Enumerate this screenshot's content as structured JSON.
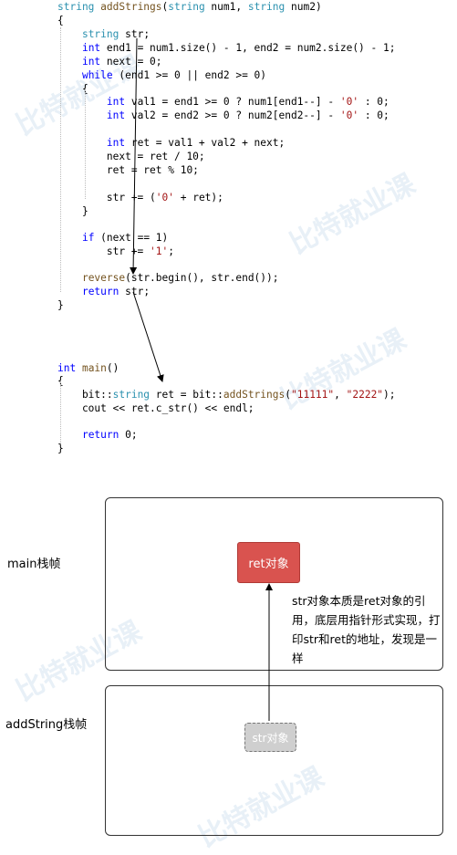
{
  "code": {
    "lines": [
      [
        {
          "t": "string ",
          "c": "ty"
        },
        {
          "t": "addStrings",
          "c": "fn"
        },
        {
          "t": "(",
          "c": ""
        },
        {
          "t": "string ",
          "c": "ty"
        },
        {
          "t": "num1, ",
          "c": ""
        },
        {
          "t": "string ",
          "c": "ty"
        },
        {
          "t": "num2)",
          "c": ""
        }
      ],
      [
        {
          "t": "{",
          "c": ""
        }
      ],
      [
        {
          "t": "    ",
          "c": ""
        },
        {
          "t": "string ",
          "c": "ty"
        },
        {
          "t": "str;",
          "c": ""
        }
      ],
      [
        {
          "t": "    ",
          "c": ""
        },
        {
          "t": "int ",
          "c": "kw"
        },
        {
          "t": "end1 = num1.size() - 1, end2 = num2.size() - 1;",
          "c": ""
        }
      ],
      [
        {
          "t": "    ",
          "c": ""
        },
        {
          "t": "int ",
          "c": "kw"
        },
        {
          "t": "next = 0;",
          "c": ""
        }
      ],
      [
        {
          "t": "    ",
          "c": ""
        },
        {
          "t": "while ",
          "c": "kw"
        },
        {
          "t": "(end1 >= 0 || end2 >= 0)",
          "c": ""
        }
      ],
      [
        {
          "t": "    {",
          "c": ""
        }
      ],
      [
        {
          "t": "        ",
          "c": ""
        },
        {
          "t": "int ",
          "c": "kw"
        },
        {
          "t": "val1 = end1 >= 0 ? num1[end1--] - ",
          "c": ""
        },
        {
          "t": "'0'",
          "c": "str"
        },
        {
          "t": " : 0;",
          "c": ""
        }
      ],
      [
        {
          "t": "        ",
          "c": ""
        },
        {
          "t": "int ",
          "c": "kw"
        },
        {
          "t": "val2 = end2 >= 0 ? num2[end2--] - ",
          "c": ""
        },
        {
          "t": "'0'",
          "c": "str"
        },
        {
          "t": " : 0;",
          "c": ""
        }
      ],
      [
        {
          "t": "",
          "c": ""
        }
      ],
      [
        {
          "t": "        ",
          "c": ""
        },
        {
          "t": "int ",
          "c": "kw"
        },
        {
          "t": "ret = val1 + val2 + next;",
          "c": ""
        }
      ],
      [
        {
          "t": "        next = ret / 10;",
          "c": ""
        }
      ],
      [
        {
          "t": "        ret = ret % 10;",
          "c": ""
        }
      ],
      [
        {
          "t": "",
          "c": ""
        }
      ],
      [
        {
          "t": "        str += (",
          "c": ""
        },
        {
          "t": "'0'",
          "c": "str"
        },
        {
          "t": " + ret);",
          "c": ""
        }
      ],
      [
        {
          "t": "    }",
          "c": ""
        }
      ],
      [
        {
          "t": "",
          "c": ""
        }
      ],
      [
        {
          "t": "    ",
          "c": ""
        },
        {
          "t": "if ",
          "c": "kw"
        },
        {
          "t": "(next == 1)",
          "c": ""
        }
      ],
      [
        {
          "t": "        str += ",
          "c": ""
        },
        {
          "t": "'1'",
          "c": "str"
        },
        {
          "t": ";",
          "c": ""
        }
      ],
      [
        {
          "t": "",
          "c": ""
        }
      ],
      [
        {
          "t": "    ",
          "c": ""
        },
        {
          "t": "reverse",
          "c": "fn"
        },
        {
          "t": "(str.begin(), str.end());",
          "c": ""
        }
      ],
      [
        {
          "t": "    ",
          "c": ""
        },
        {
          "t": "return ",
          "c": "kw"
        },
        {
          "t": "str;",
          "c": ""
        }
      ],
      [
        {
          "t": "}",
          "c": ""
        }
      ],
      [
        {
          "t": "",
          "c": ""
        }
      ],
      [
        {
          "t": "",
          "c": ""
        }
      ],
      [
        {
          "t": "",
          "c": ""
        }
      ],
      [
        {
          "t": "int ",
          "c": "kw"
        },
        {
          "t": "main",
          "c": "fn"
        },
        {
          "t": "()",
          "c": ""
        }
      ],
      [
        {
          "t": "{",
          "c": ""
        }
      ],
      [
        {
          "t": "    bit::",
          "c": ""
        },
        {
          "t": "string ",
          "c": "ty"
        },
        {
          "t": "ret = bit::",
          "c": ""
        },
        {
          "t": "addStrings",
          "c": "fn"
        },
        {
          "t": "(",
          "c": ""
        },
        {
          "t": "\"11111\"",
          "c": "str"
        },
        {
          "t": ", ",
          "c": ""
        },
        {
          "t": "\"2222\"",
          "c": "str"
        },
        {
          "t": ");",
          "c": ""
        }
      ],
      [
        {
          "t": "    cout << ret.c_str() << endl;",
          "c": ""
        }
      ],
      [
        {
          "t": "",
          "c": ""
        }
      ],
      [
        {
          "t": "    ",
          "c": ""
        },
        {
          "t": "return ",
          "c": "kw"
        },
        {
          "t": "0;",
          "c": ""
        }
      ],
      [
        {
          "t": "}",
          "c": ""
        }
      ]
    ]
  },
  "diagram": {
    "main_frame_label": "main栈帧",
    "add_frame_label": "addString栈帧",
    "ret_box": "ret对象",
    "str_box": "str对象",
    "note": "str对象本质是ret对象的引用，底层用指针形式实现，打印str和ret的地址，发现是一样"
  },
  "colors": {
    "ret_box": "#d9534f",
    "str_box": "#cfcfcf",
    "keyword": "#0000ff",
    "type": "#2b91af",
    "string_literal": "#a31515"
  }
}
